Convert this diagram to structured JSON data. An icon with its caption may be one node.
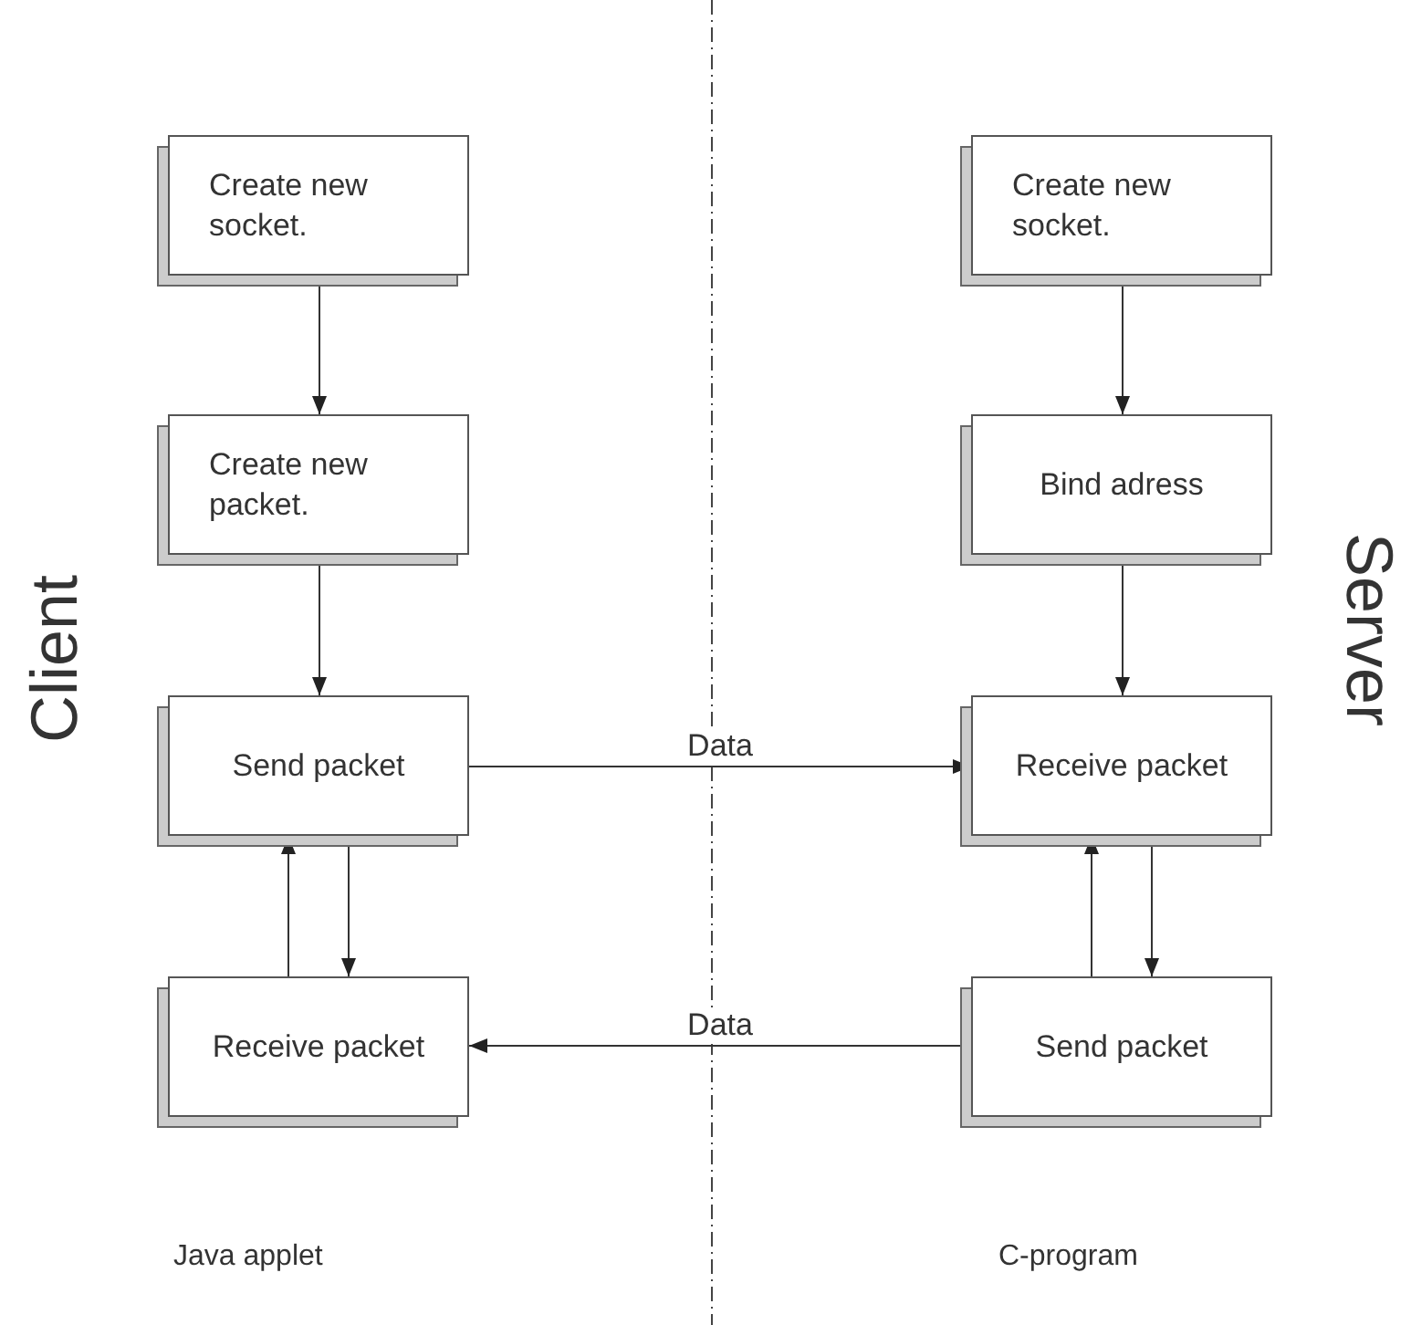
{
  "diagram": {
    "nodes": [
      {
        "text": [
          "Create new socket."
        ]
      },
      {
        "text": [
          "Create new socket."
        ]
      },
      {
        "text": [
          "Create new packet."
        ]
      },
      {
        "text": [
          "Bind adress"
        ]
      },
      {
        "text": [
          "Send packet"
        ]
      },
      {
        "text": [
          "Receive packet"
        ]
      },
      {
        "text": [
          "Receive packet"
        ]
      },
      {
        "text": [
          "Send packet"
        ]
      }
    ],
    "edges": [
      {
        "from": 0,
        "to": 2,
        "arrow": "to"
      },
      {
        "from": 2,
        "to": 4,
        "arrow": "to"
      },
      {
        "from": 4,
        "to": 6,
        "arrow": "to"
      },
      {
        "from": 6,
        "to": 4,
        "arrow": "to"
      },
      {
        "from": 4,
        "to": 5,
        "arrow": "to",
        "label": "Data"
      },
      {
        "from": 1,
        "to": 3,
        "arrow": "to"
      },
      {
        "from": 3,
        "to": 5,
        "arrow": "to"
      },
      {
        "from": 5,
        "to": 7,
        "arrow": "to"
      },
      {
        "from": 7,
        "to": 5,
        "arrow": "to"
      },
      {
        "from": 7,
        "to": 6,
        "arrow": "to",
        "label": "Data"
      }
    ],
    "labels": [
      "Client",
      "Server",
      "Java applet",
      "C-program"
    ]
  }
}
